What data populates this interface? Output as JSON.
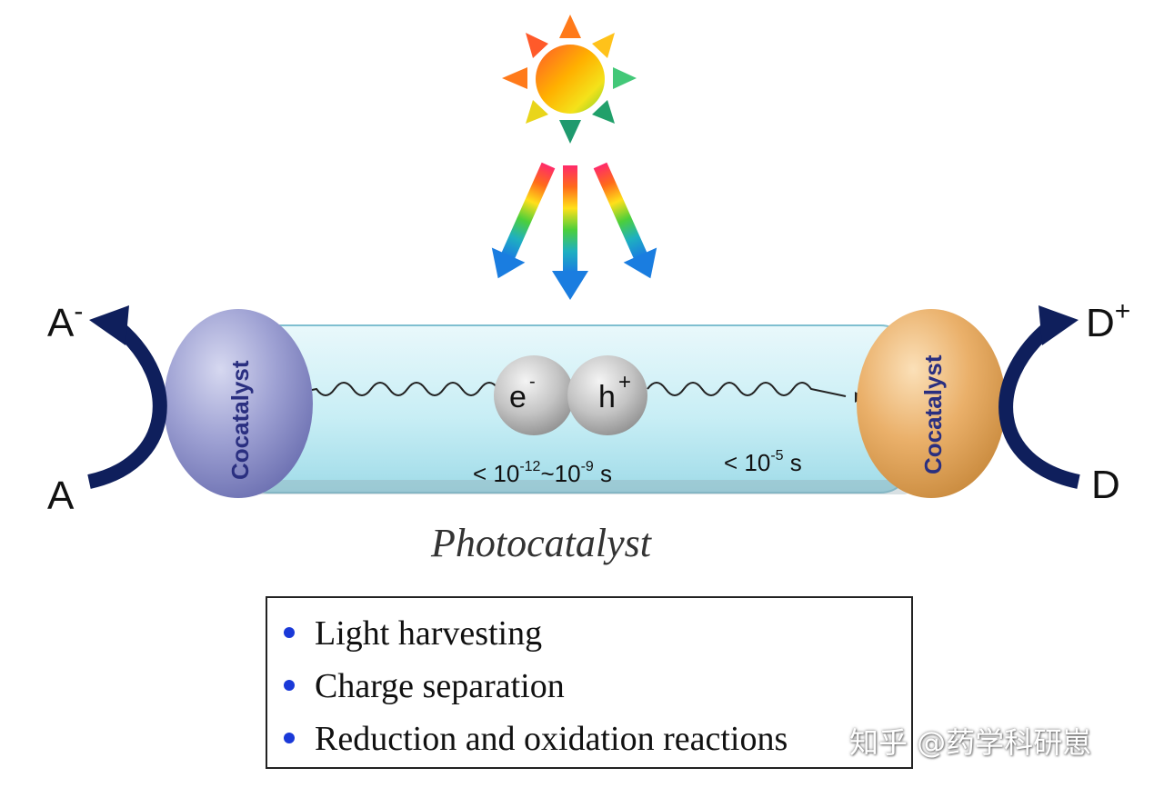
{
  "left_cocatalyst": {
    "label": "Cocatalyst",
    "color": "#8f93c9"
  },
  "right_cocatalyst": {
    "label": "Cocatalyst",
    "color": "#e7a95a"
  },
  "electron": {
    "symbol": "e",
    "charge": "-"
  },
  "hole": {
    "symbol": "h",
    "charge": "+"
  },
  "timescale_left": {
    "prefix": "< 10",
    "exp1": "-12",
    "mid": "~10",
    "exp2": "-9",
    "unit": " s"
  },
  "timescale_right": {
    "prefix": "< 10",
    "exp": "-5",
    "unit": " s"
  },
  "acceptor": {
    "reduced": "A",
    "reduced_charge": "-",
    "oxidized": "A"
  },
  "donor": {
    "oxidized": "D",
    "oxidized_charge": "+",
    "reduced": "D"
  },
  "photocatalyst_label": "Photocatalyst",
  "legend": {
    "items": [
      "Light harvesting",
      "Charge separation",
      "Reduction and oxidation reactions"
    ],
    "bullet_color": "#1a39d8"
  },
  "watermark": "知乎 @药学科研崽",
  "icons": [
    "sun-icon",
    "light-ray-arrow",
    "curved-arrow"
  ]
}
